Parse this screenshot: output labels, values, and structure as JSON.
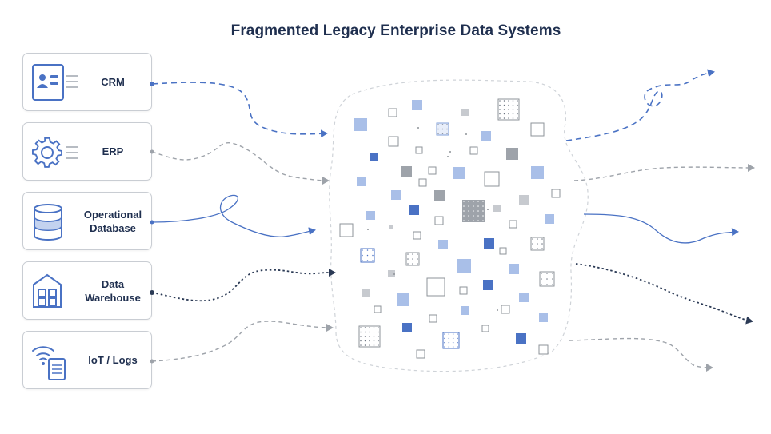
{
  "title": "Fragmented Legacy Enterprise Data Systems",
  "sources": [
    {
      "id": "crm",
      "label": "CRM",
      "icon": "contact-card-icon"
    },
    {
      "id": "erp",
      "label": "ERP",
      "icon": "gear-icon"
    },
    {
      "id": "operational-database",
      "label": "Operational\nDatabase",
      "icon": "database-icon"
    },
    {
      "id": "data-warehouse",
      "label": "Data\nWarehouse",
      "icon": "warehouse-icon"
    },
    {
      "id": "iot-logs",
      "label": "IoT / Logs",
      "icon": "wifi-log-icon"
    }
  ],
  "colors": {
    "title": "#1f2f4f",
    "blue": "#4a72c4",
    "light_blue": "#a9bfe8",
    "navy": "#2b3a55",
    "gray": "#9ea3aa",
    "light_gray": "#c7cacf",
    "card_border": "#c9cdd3",
    "cloud_border": "#cfd3d8"
  }
}
